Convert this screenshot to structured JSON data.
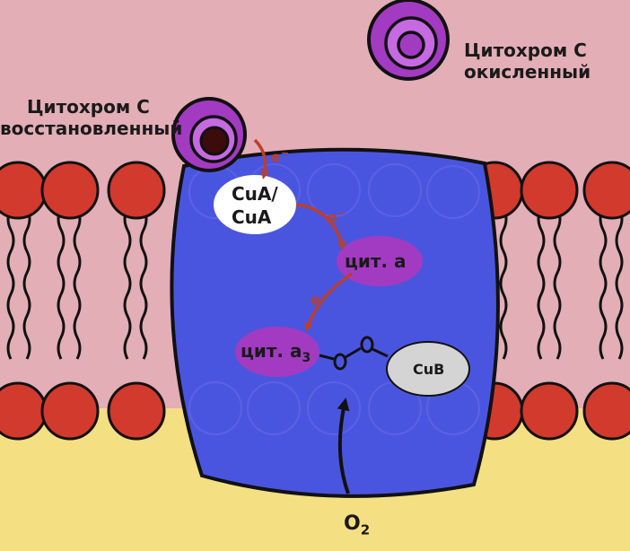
{
  "labels": {
    "cyt_c_oxidized": [
      "Цитохром С",
      "окисленный"
    ],
    "cyt_c_reduced": [
      "Цитохром С",
      "восстановленный"
    ],
    "cua": [
      "CuA/",
      "CuA"
    ],
    "cyt_a": "цит. a",
    "cyt_a3": "цит. a",
    "cyt_a3_sub": "3",
    "cub": "CuB",
    "electron": "e",
    "electron_sup": "−",
    "oxygen": "O",
    "oxygen_sub": "2"
  },
  "colors": {
    "background_top": "#e3aeb6",
    "background_bottom": "#f4df82",
    "lipid_head": "#d13a2c",
    "protein": "#4a55df",
    "purple": "#a23bc1",
    "light_purple": "#c56ae0",
    "arrow_red": "#b8402f",
    "cub_fill": "#d4d4d4",
    "cua_fill": "#ffffff"
  }
}
